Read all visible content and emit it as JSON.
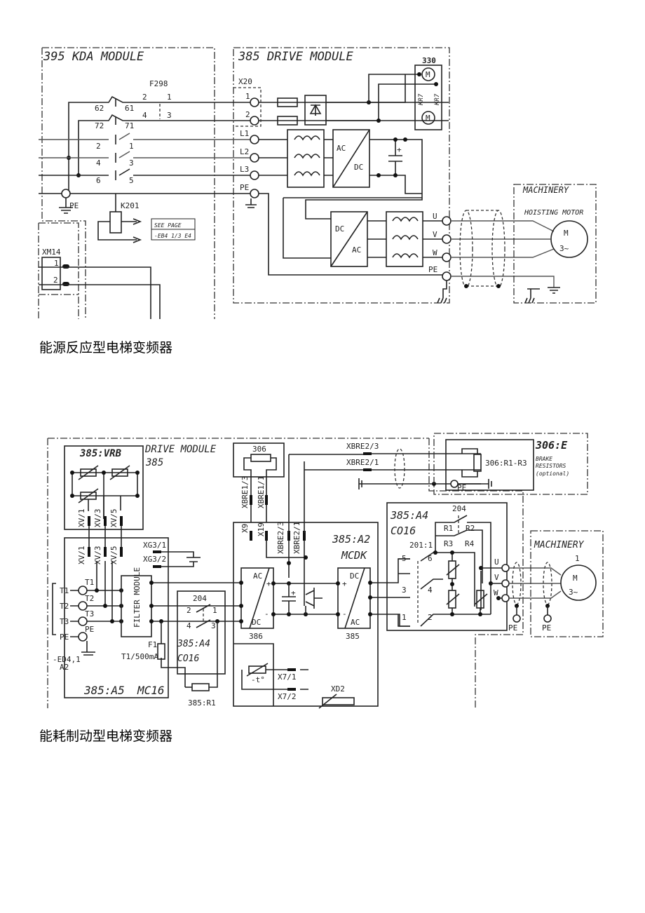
{
  "diagrams": [
    {
      "caption": "能源反应型电梯变频器",
      "modules": {
        "kda": "395 KDA MODULE",
        "drive": "385 DRIVE MODULE",
        "machinery": "MACHINERY",
        "hoisting_motor": "HOISTING MOTOR"
      },
      "labels": {
        "fuse": "F298",
        "fuse_pins": [
          "2",
          "1",
          "4",
          "3"
        ],
        "contact_pins": [
          "62",
          "61",
          "72",
          "71"
        ],
        "main_pins": [
          "2",
          "1",
          "4",
          "3",
          "6",
          "5"
        ],
        "pe_left": "PE",
        "relay": "K201",
        "see_page_1": "SEE PAGE",
        "see_page_2": "-EB4 1/3 E4",
        "xm14": "XM14",
        "xm14_pins": [
          "1",
          "2"
        ],
        "x20": "X20",
        "x20_pins": [
          "1",
          "2"
        ],
        "line_terminals": [
          "L1",
          "L2",
          "L3",
          "PE"
        ],
        "fan_block": "330",
        "fan_labels": [
          "KR7",
          "KR7"
        ],
        "fan_motor": "M",
        "rect1_ac": "AC",
        "rect1_dc": "DC",
        "cap_plus": "+",
        "inv_dc": "DC",
        "inv_ac": "AC",
        "out_terminals": [
          "U",
          "V",
          "W",
          "PE"
        ],
        "motor_m": "M",
        "motor_phase": "3~"
      }
    },
    {
      "caption": "能耗制动型电梯变频器",
      "modules": {
        "drive": "DRIVE MODULE",
        "drive_num": "385",
        "vrb": "385:VRB",
        "a5": "385:A5",
        "mc16": "MC16",
        "a4_small": "385:A4",
        "co16_small": "CO16",
        "a2": "385:A2",
        "mcdk": "MCDK",
        "a4": "385:A4",
        "co16": "CO16",
        "brake_module": "306:E",
        "brake_title_1": "BRAKE",
        "brake_title_2": "RESISTORS",
        "brake_title_3": "(optional)",
        "machinery": "MACHINERY"
      },
      "labels": {
        "xv_top": [
          "XV/1",
          "XV/3",
          "XV/5"
        ],
        "xv_bottom": [
          "XV/1",
          "XV/3",
          "XV/5"
        ],
        "xg": [
          "XG3/1",
          "XG3/2"
        ],
        "t_in": [
          "T1",
          "T2",
          "T3",
          "PE"
        ],
        "t_inner": [
          "T1",
          "T2",
          "T3",
          "PE"
        ],
        "filter": "FILTER MODULE",
        "ed4_1": "-ED4,1",
        "ed4_2": "A2",
        "f1": "F1",
        "fuse_rating": "T1/500mA",
        "k204": "204",
        "k204_pins": [
          "2",
          "1",
          "4",
          "3"
        ],
        "r1": "385:R1",
        "b306": "306",
        "xbre1": [
          "XBRE1/3",
          "XBRE1/1"
        ],
        "x9": "X9",
        "x19": "X19",
        "xbre2_inner": [
          "XBRE2/3",
          "XBRE2/1"
        ],
        "xbre2_outer": [
          "XBRE2/3",
          "XBRE2/1"
        ],
        "r_brake": "306:R1-R3",
        "pe_brake": "PE",
        "ac1": "AC",
        "dc1": "DC",
        "plus": "+",
        "minus": "-",
        "conv386": "386",
        "conv385": "385",
        "dc2": "DC",
        "ac2": "AC",
        "x7": [
          "X7/1",
          "X7/2"
        ],
        "temp": "-t°",
        "xd2": "XD2",
        "k204b": "204",
        "r_names": [
          "R1",
          "R2",
          "R3",
          "R4"
        ],
        "k201": "201:1",
        "k201_pins": [
          "5",
          "6",
          "3",
          "4",
          "1",
          "2"
        ],
        "out_terms": [
          "U",
          "V",
          "W",
          "PE"
        ],
        "pe_motor": "PE",
        "motor_num": "1",
        "motor_m": "M",
        "motor_phase": "3~"
      }
    }
  ]
}
